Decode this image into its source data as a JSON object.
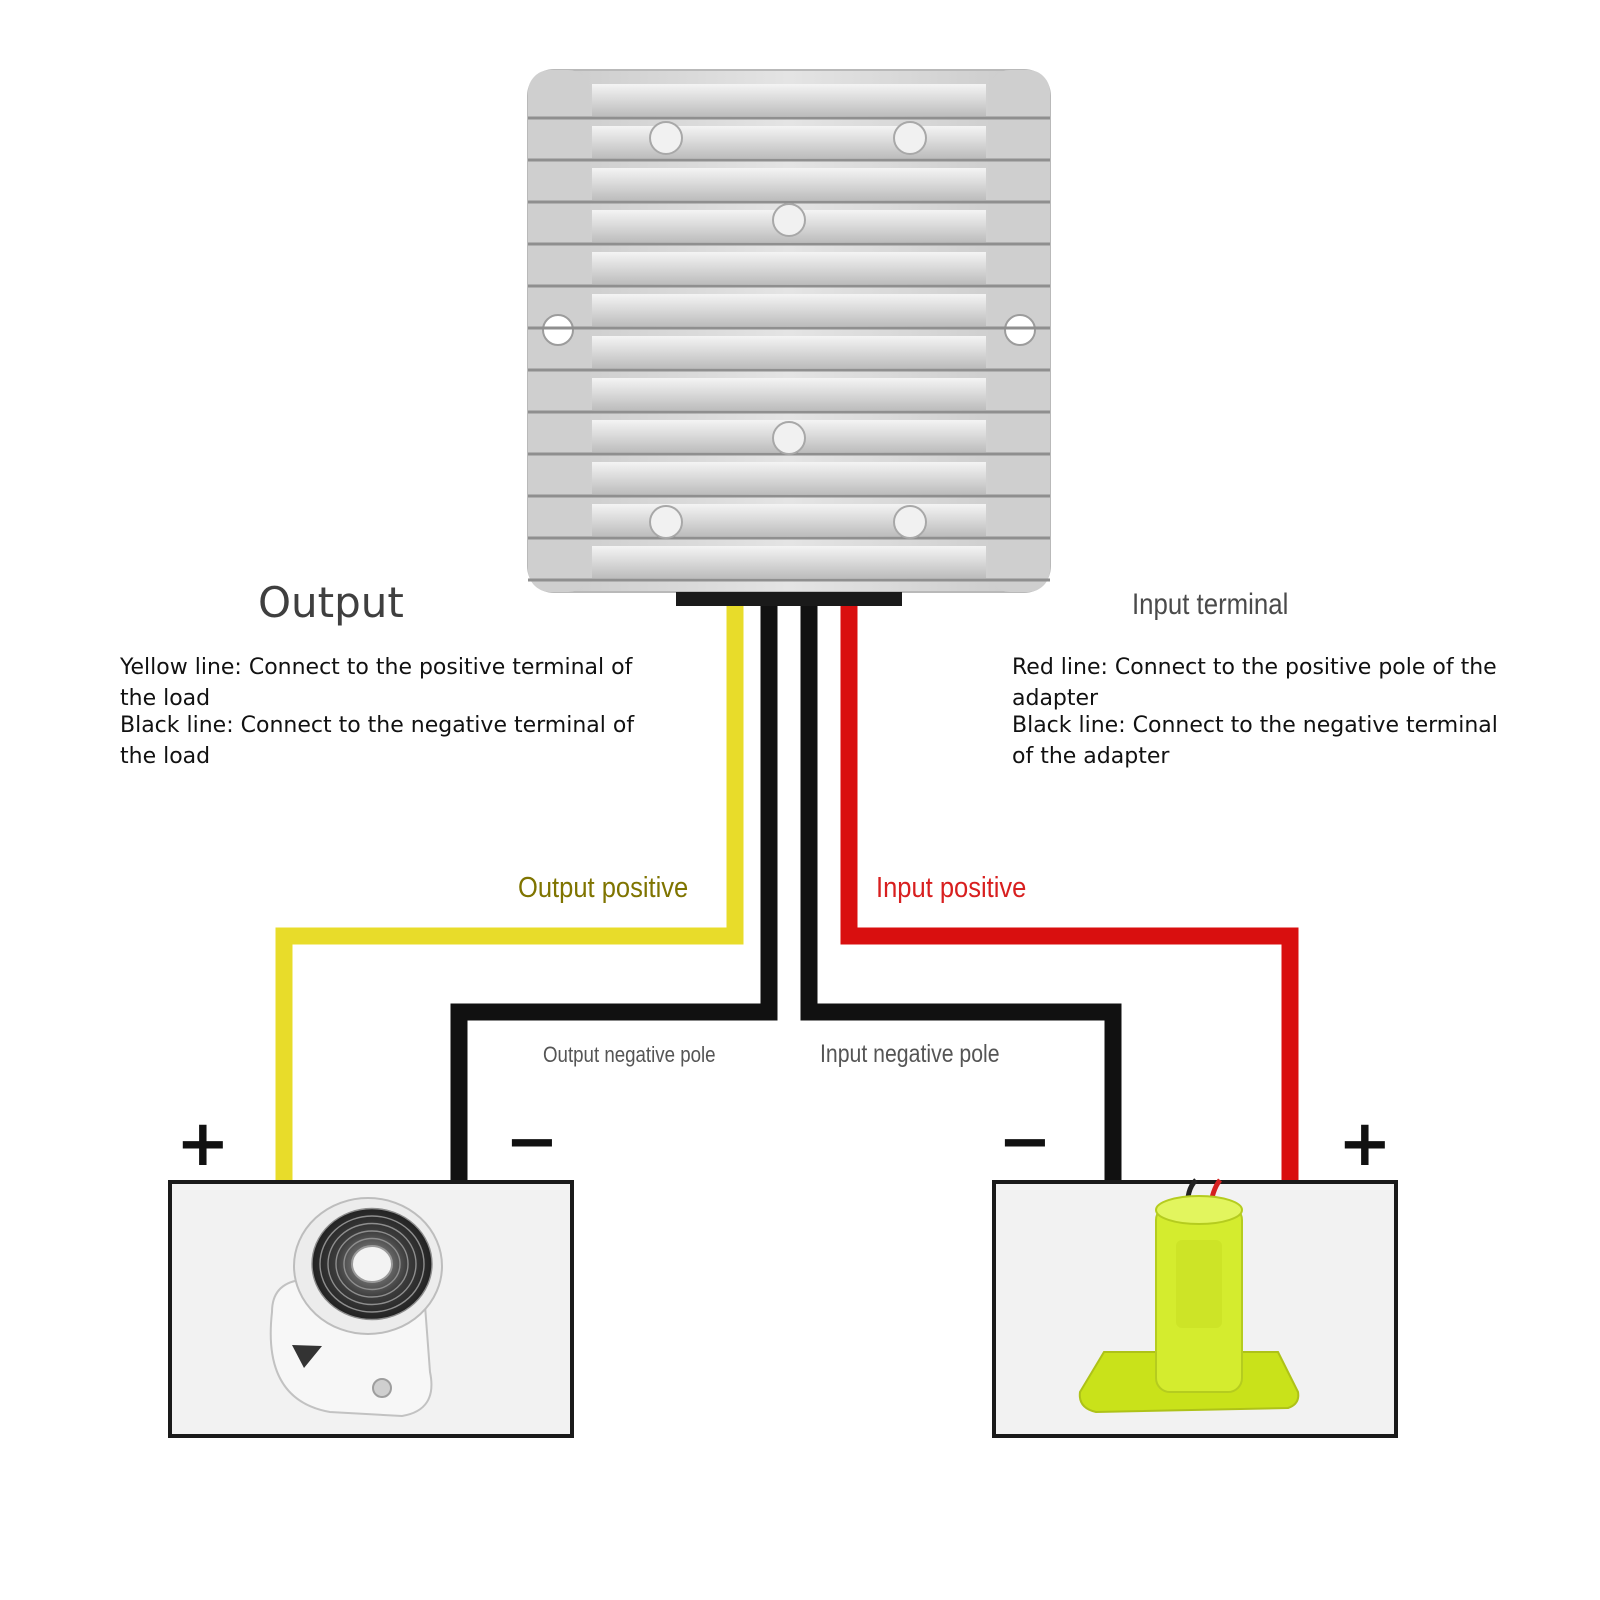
{
  "output": {
    "heading": "Output",
    "note_yellow": "Yellow line: Connect to the positive terminal of the load",
    "note_black": "Black line: Connect to the negative terminal of the load",
    "positive_label": "Output positive",
    "negative_label": "Output negative pole",
    "plus_sign": "+",
    "minus_sign": "−"
  },
  "input": {
    "heading": "Input terminal",
    "note_red": "Red line: Connect to the positive pole of the adapter",
    "note_black": "Black line: Connect to the negative terminal of the adapter",
    "positive_label": "Input positive",
    "negative_label": "Input negative pole",
    "plus_sign": "+",
    "minus_sign": "−"
  },
  "colors": {
    "yellow_wire": "#e8dc2a",
    "black_wire": "#111111",
    "red_wire": "#d90f0f",
    "converter_body": "#d6d6d6",
    "adapter_green": "#d4ec2e"
  },
  "icons": {
    "converter": "dc-dc-converter-icon",
    "load": "desk-fan-icon",
    "source": "battery-adapter-icon"
  }
}
